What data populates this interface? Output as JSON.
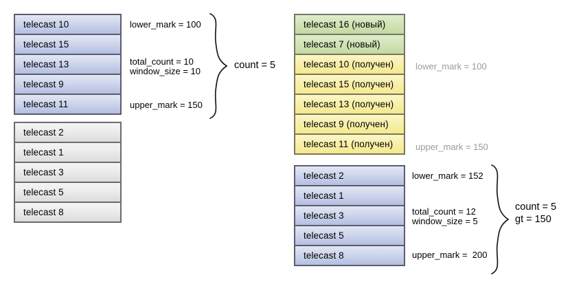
{
  "diagram": {
    "title": "telecast window marks diagram",
    "groups": [
      {
        "id": "left-blue-window",
        "style": "blue",
        "items": [
          {
            "label": "telecast 10"
          },
          {
            "label": "telecast 15"
          },
          {
            "label": "telecast 13"
          },
          {
            "label": "telecast 9"
          },
          {
            "label": "telecast 11"
          }
        ]
      },
      {
        "id": "left-grey-pending",
        "style": "grey",
        "items": [
          {
            "label": "telecast 2"
          },
          {
            "label": "telecast 1"
          },
          {
            "label": "telecast 3"
          },
          {
            "label": "telecast 5"
          },
          {
            "label": "telecast 8"
          }
        ]
      },
      {
        "id": "right-mixed-received",
        "styles": [
          "green",
          "green",
          "yellow",
          "yellow",
          "yellow",
          "yellow",
          "yellow"
        ],
        "items": [
          {
            "label": "telecast 16 (новый)"
          },
          {
            "label": "telecast 7 (новый)"
          },
          {
            "label": "telecast 10 (получен)"
          },
          {
            "label": "telecast 15 (получен)"
          },
          {
            "label": "telecast 13 (получен)"
          },
          {
            "label": "telecast 9 (получен)"
          },
          {
            "label": "telecast 11 (получен)"
          }
        ]
      },
      {
        "id": "right-blue-window",
        "style": "blue",
        "items": [
          {
            "label": "telecast 2"
          },
          {
            "label": "telecast 1"
          },
          {
            "label": "telecast 3"
          },
          {
            "label": "telecast 5"
          },
          {
            "label": "telecast 8"
          }
        ]
      }
    ],
    "annotations": {
      "left_lower_mark": "lower_mark = 100",
      "left_counts_line1": "total_count = 10",
      "left_counts_line2": "window_size = 10",
      "left_upper_mark": "upper_mark = 150",
      "left_brace_label": "count = 5",
      "right_top_lower_mark": "lower_mark = 100",
      "right_top_upper_mark": "upper_mark = 150",
      "right_lower_mark": "lower_mark = 152",
      "right_counts_line1": "total_count = 12",
      "right_counts_line2": "window_size = 5",
      "right_upper_mark": "upper_mark =  200",
      "right_brace_label_line1": "count = 5",
      "right_brace_label_line2": "gt = 150"
    }
  }
}
